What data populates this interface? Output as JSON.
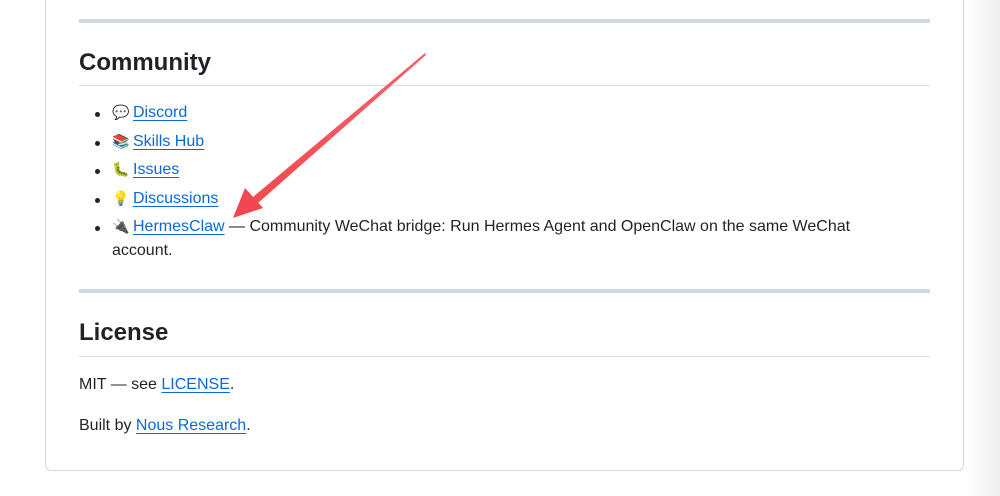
{
  "community": {
    "heading": "Community",
    "items": [
      {
        "icon": "speech-bubble-icon",
        "emoji": "💬",
        "link": "Discord",
        "suffix": ""
      },
      {
        "icon": "books-icon",
        "emoji": "📚",
        "link": "Skills Hub",
        "suffix": ""
      },
      {
        "icon": "bug-icon",
        "emoji": "🐛",
        "link": "Issues",
        "suffix": ""
      },
      {
        "icon": "light-bulb-icon",
        "emoji": "💡",
        "link": "Discussions",
        "suffix": ""
      },
      {
        "icon": "electric-plug-icon",
        "emoji": "🔌",
        "link": "HermesClaw",
        "suffix": " — Community WeChat bridge: Run Hermes Agent and OpenClaw on the same WeChat account."
      }
    ]
  },
  "license": {
    "heading": "License",
    "line1_prefix": "MIT — see ",
    "line1_link": "LICENSE",
    "line1_suffix": ".",
    "line2_prefix": "Built by ",
    "line2_link": "Nous Research",
    "line2_suffix": "."
  },
  "annotation": {
    "arrow_color": "#f0484e",
    "arrow_points_to": "HermesClaw"
  },
  "colors": {
    "link": "#0969da",
    "text": "#1f2328",
    "rule": "#d1d9e0"
  }
}
